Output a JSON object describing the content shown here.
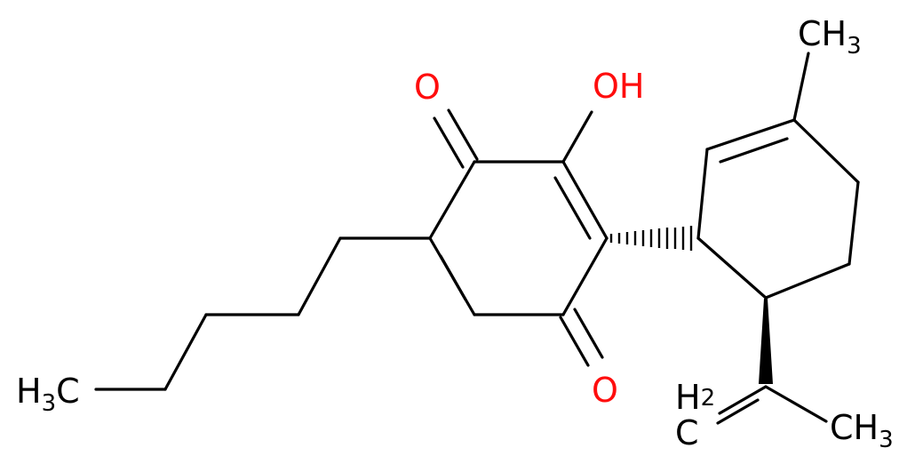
{
  "labels": {
    "carbonyl_o_top": "O",
    "hydroxyl": "OH",
    "carbonyl_o_bottom": "O",
    "methyl_top": {
      "base": "CH",
      "sub": "3"
    },
    "methyl_left": {
      "pre": "H",
      "sub": "3",
      "post": "C"
    },
    "methylene": {
      "base": "H",
      "sub": "2"
    },
    "methyl_right": {
      "base": "CH",
      "sub": "3"
    },
    "methylene_c": "C"
  },
  "colors": {
    "oxygen": "#ff0d0d",
    "carbon": "#000000",
    "background": "#ffffff"
  }
}
